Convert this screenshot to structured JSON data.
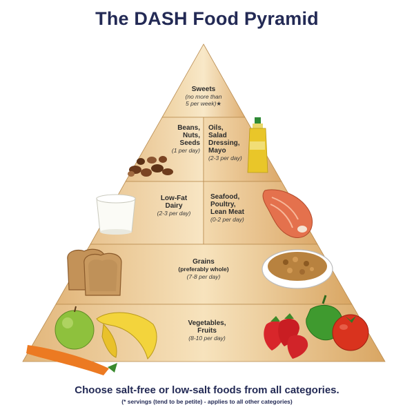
{
  "title": "The DASH Food Pyramid",
  "tiers": {
    "sweets": {
      "name": "Sweets",
      "servings_line1": "(no more than",
      "servings_line2": "5 per week)★"
    },
    "beans": {
      "name_line1": "Beans,",
      "name_line2": "Nuts,",
      "name_line3": "Seeds",
      "servings": "(1 per day)"
    },
    "oils": {
      "name_line1": "Oils,",
      "name_line2": "Salad",
      "name_line3": "Dressing,",
      "name_line4": "Mayo",
      "servings": "(2-3 per day)"
    },
    "dairy": {
      "name_line1": "Low-Fat",
      "name_line2": "Dairy",
      "servings": "(2-3 per day)"
    },
    "seafood": {
      "name_line1": "Seafood,",
      "name_line2": "Poultry,",
      "name_line3": "Lean Meat",
      "servings": "(0-2 per day)"
    },
    "grains": {
      "name": "Grains",
      "sub": "(preferably whole)",
      "servings": "(7-8 per day)"
    },
    "vegetables": {
      "name_line1": "Vegetables,",
      "name_line2": "Fruits",
      "servings": "(8-10 per day)"
    }
  },
  "footer": {
    "main": "Choose salt-free or low-salt foods from all categories.",
    "note": "(* servings (tend to be petite) - applies to all other categories)"
  },
  "colors": {
    "title": "#232a55",
    "tier_light": "#f5dfb8",
    "tier_mid": "#e9c48f",
    "tier_dark": "#d9a866"
  },
  "icons": [
    "nuts-icon",
    "oil-bottle-icon",
    "milk-glass-icon",
    "salmon-steak-icon",
    "bread-slices-icon",
    "cereal-bowl-icon",
    "apple-icon",
    "banana-icon",
    "carrot-icon",
    "strawberries-icon",
    "pepper-icon",
    "tomato-icon"
  ]
}
